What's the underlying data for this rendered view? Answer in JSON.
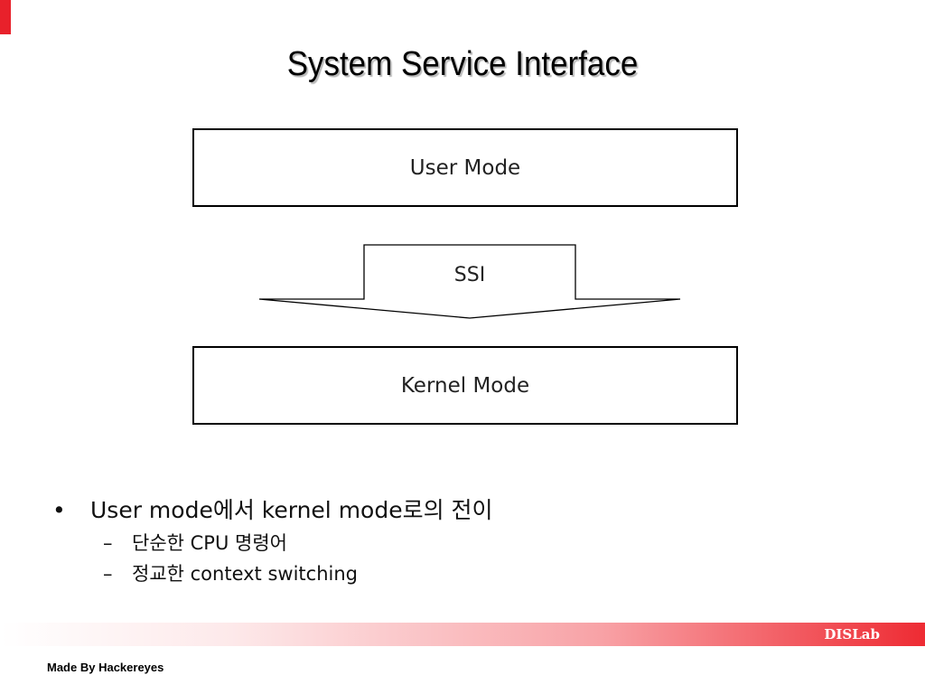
{
  "slide": {
    "title": "System Service Interface",
    "accent_color": "#e8212b"
  },
  "diagram": {
    "user_box": "User Mode",
    "ssi_arrow": "SSI",
    "kernel_box": "Kernel Mode"
  },
  "bullets": {
    "main": {
      "marker": "•",
      "text": "User mode에서 kernel mode로의 전이"
    },
    "sub": [
      {
        "marker": "–",
        "text": "단순한 CPU 명령어"
      },
      {
        "marker": "–",
        "text": "정교한 context switching"
      }
    ]
  },
  "footer": {
    "brand": "DISLab",
    "credit": "Made By Hackereyes"
  }
}
